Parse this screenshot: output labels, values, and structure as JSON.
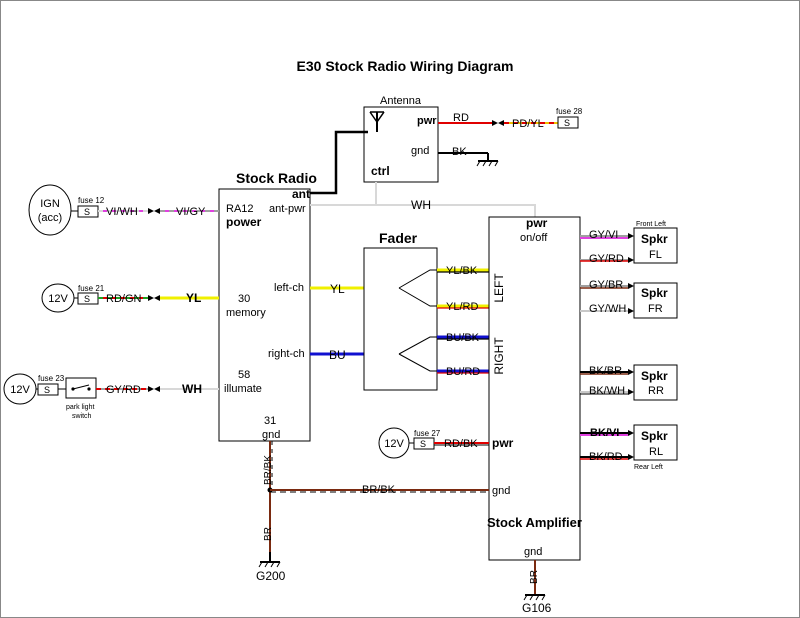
{
  "title": "E30 Stock Radio Wiring Diagram",
  "antenna": {
    "label": "Antenna",
    "pwr": "pwr",
    "gnd": "gnd",
    "ctrl": "ctrl",
    "pwr_wire": "RD",
    "pwr_wire2": "PD/YL",
    "fuse": "fuse 28",
    "fuse_glyph": "S",
    "gnd_wire": "BK"
  },
  "radio": {
    "title": "Stock Radio",
    "ant": "ant",
    "ant_pwr": "ant-pwr",
    "ra12": "RA12",
    "power": "power",
    "left_ch": "left-ch",
    "pin30": "30",
    "memory": "memory",
    "right_ch": "right-ch",
    "pin58": "58",
    "illumate": "illumate",
    "pin31": "31",
    "gnd": "gnd"
  },
  "ign": {
    "label1": "IGN",
    "label2": "(acc)",
    "fuse": "fuse 12",
    "fuse_glyph": "S",
    "wire1": "VI/WH",
    "wire2": "VI/GY"
  },
  "mem": {
    "source": "12V",
    "fuse": "fuse 21",
    "fuse_glyph": "S",
    "wire1": "RD/GN",
    "wire2": "YL"
  },
  "illum": {
    "source": "12V",
    "fuse": "fuse 23",
    "fuse_glyph": "S",
    "switch1": "park light",
    "switch2": "switch",
    "wire1": "GY/RD",
    "wire2": "WH"
  },
  "wires": {
    "ant_pwr": "WH",
    "left": "YL",
    "right": "BU",
    "radio_gnd": "BR/BK",
    "amp_gnd": "BR/BK",
    "g200_wire": "BR",
    "g106_wire": "BR"
  },
  "fader": {
    "title": "Fader",
    "out1": "YL/BK",
    "out2": "YL/RD",
    "out3": "BU/BK",
    "out4": "BU/RD"
  },
  "amp": {
    "pwr": "pwr",
    "onoff": "on/off",
    "left": "LEFT",
    "right": "RIGHT",
    "gnd": "gnd",
    "title": "Stock Amplifier",
    "gnd_bottom": "gnd",
    "fuse": "fuse 27",
    "fuse_glyph": "S",
    "source": "12V",
    "pwr_wire": "RD/BK"
  },
  "speakers": {
    "fl": {
      "name": "Spkr",
      "pos": "FL",
      "wire1": "GY/VI",
      "wire2": "GY/RD",
      "caption": "Front Left"
    },
    "fr": {
      "name": "Spkr",
      "pos": "FR",
      "wire1": "GY/BR",
      "wire2": "GY/WH"
    },
    "rr": {
      "name": "Spkr",
      "pos": "RR",
      "wire1": "BK/BR",
      "wire2": "BK/WH"
    },
    "rl": {
      "name": "Spkr",
      "pos": "RL",
      "wire1": "BK/VI",
      "wire2": "BK/RD",
      "caption": "Rear Left"
    }
  },
  "grounds": {
    "g200": "G200",
    "g106": "G106"
  },
  "colors": {
    "red": "#e00000",
    "yellow": "#f0f000",
    "violet": "#e040e0",
    "blue": "#1010d0",
    "black": "#000000",
    "brown": "#7a2a10",
    "gray": "#a0a0a0",
    "green": "#20a020",
    "white": "#d8d8d8"
  }
}
